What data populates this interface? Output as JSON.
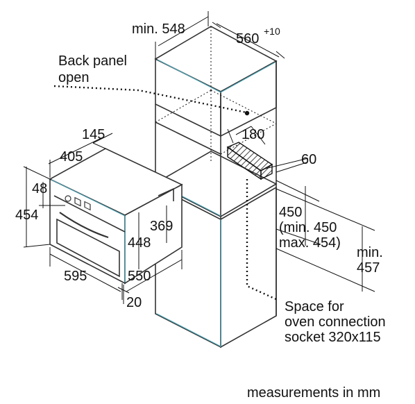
{
  "labels": {
    "min548": "min. 548",
    "d560": "560",
    "d560_tol": "+10",
    "back_panel_1": "Back panel",
    "back_panel_2": "open",
    "d180": "180",
    "d60": "60",
    "d145": "145",
    "d405": "405",
    "d48": "48",
    "d454": "454",
    "d369": "369",
    "d448": "448",
    "d595": "595",
    "d550": "550",
    "d20": "20",
    "d450_1": "450",
    "d450_2": "(min. 450",
    "d450_3": "max. 454)",
    "min457_1": "min.",
    "min457_2": "457",
    "socket_1": "Space for",
    "socket_2": "oven connection",
    "socket_3": "socket 320x115",
    "units": "measurements in mm"
  },
  "colors": {
    "outline": "#333333",
    "edge_highlight": "#4fa6b8",
    "text": "#111111"
  }
}
